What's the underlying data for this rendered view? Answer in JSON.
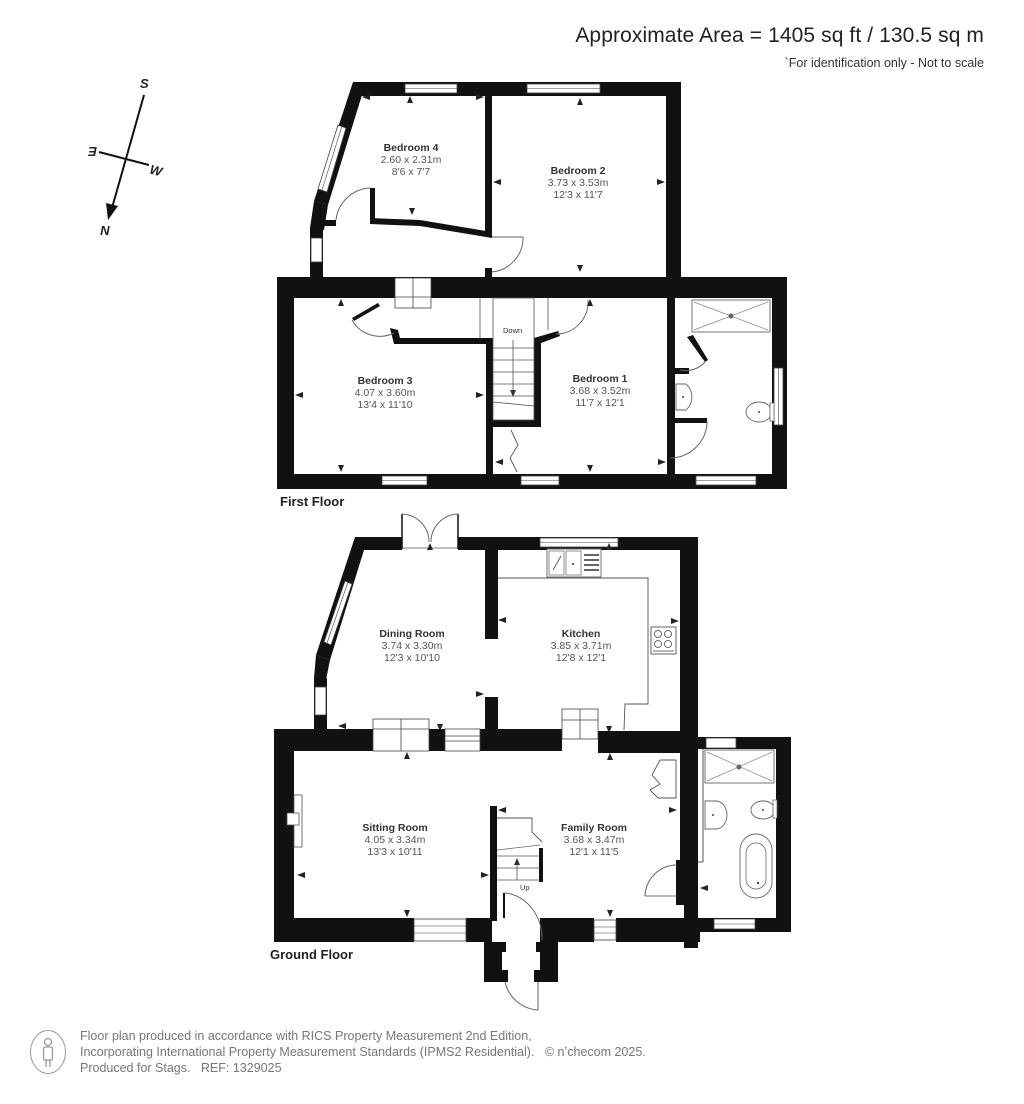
{
  "header": {
    "area_title": "Approximate Area = 1405 sq ft / 130.5 sq m",
    "area_note": "`For identification only - Not to scale"
  },
  "compass": {
    "north": "N",
    "south": "S",
    "east": "E",
    "west": "W"
  },
  "first_floor": {
    "label": "First Floor",
    "stairs_label": "Down",
    "rooms": [
      {
        "name": "Bedroom 4",
        "metric": "2.60 x 2.31m",
        "imperial": "8'6 x 7'7"
      },
      {
        "name": "Bedroom 2",
        "metric": "3.73 x 3.53m",
        "imperial": "12'3 x 11'7"
      },
      {
        "name": "Bedroom 3",
        "metric": "4.07 x 3.60m",
        "imperial": "13'4 x 11'10"
      },
      {
        "name": "Bedroom 1",
        "metric": "3.68 x 3.52m",
        "imperial": "11'7 x 12'1"
      }
    ]
  },
  "ground_floor": {
    "label": "Ground Floor",
    "stairs_label": "Up",
    "rooms": [
      {
        "name": "Dining Room",
        "metric": "3.74 x 3.30m",
        "imperial": "12'3 x 10'10"
      },
      {
        "name": "Kitchen",
        "metric": "3.85 x 3.71m",
        "imperial": "12'8 x 12'1"
      },
      {
        "name": "Sitting Room",
        "metric": "4.05 x 3.34m",
        "imperial": "13'3 x 10'11"
      },
      {
        "name": "Family Room",
        "metric": "3.68 x 3.47m",
        "imperial": "12'1 x 11'5"
      }
    ]
  },
  "footer": {
    "line1": "Floor plan produced in accordance with RICS Property Measurement 2nd Edition,",
    "line2": "Incorporating International Property Measurement Standards (IPMS2 Residential).",
    "copyright": "© nʼchecom 2025.",
    "line3_prefix": "Produced for Stags.",
    "reference": "REF: 1329025"
  },
  "colors": {
    "wall": "#111111",
    "background": "#ffffff",
    "text": "#222222",
    "footer_text": "#777777"
  }
}
